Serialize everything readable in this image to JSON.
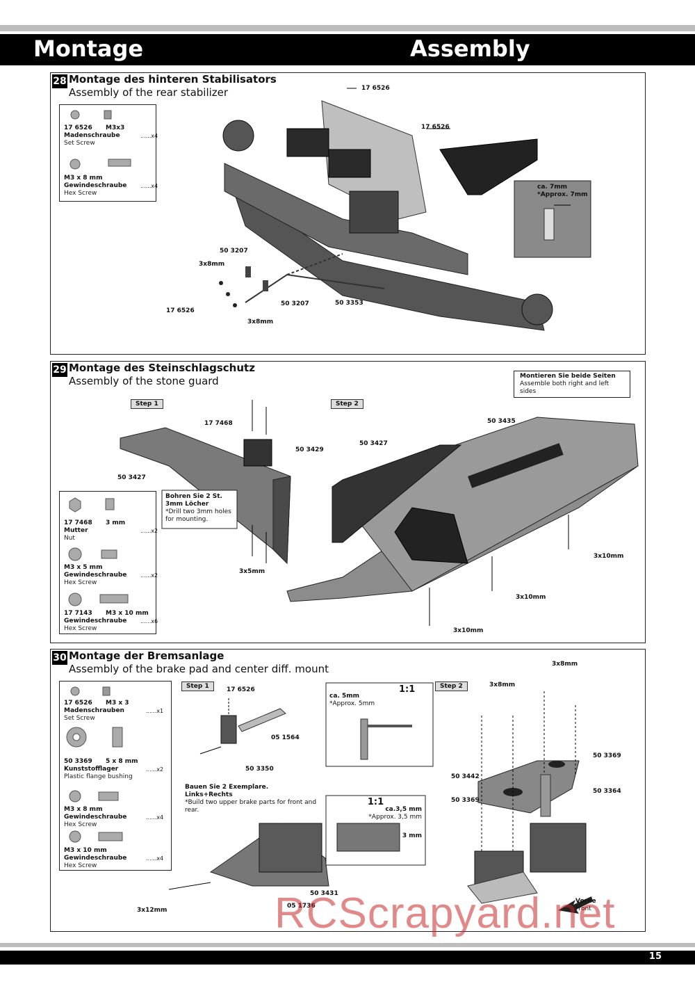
{
  "header": {
    "left": "Montage",
    "right": "Assembly"
  },
  "section28": {
    "num": "28",
    "title_de": "Montage des hinteren Stabilisators",
    "title_en": "Assembly of the rear stabilizer",
    "parts": [
      {
        "code": "17 6526",
        "size": "M3x3",
        "de": "Madenschraube",
        "en": "Set Screw",
        "qty": "......x4"
      },
      {
        "code": "",
        "size": "M3 x 8 mm",
        "de": "Gewindeschraube",
        "en": "Hex Screw",
        "qty": "......x4"
      }
    ],
    "callouts": {
      "c1": "17 6526",
      "c2": "17 6526",
      "c3": "50 3207",
      "c4": "3x8mm",
      "c5": "17 6526",
      "c6": "3x8mm",
      "c7": "50 3207",
      "c8": "50 3353"
    },
    "detail": {
      "de": "ca. 7mm",
      "en": "*Approx. 7mm"
    }
  },
  "section29": {
    "num": "29",
    "title_de": "Montage des Steinschlagschutz",
    "title_en": "Assembly of the stone guard",
    "note_de": "Montieren Sie beide Seiten",
    "note_en": "Assemble both right and left sides",
    "step1": "Step 1",
    "step2": "Step 2",
    "drill_de": "Bohren Sie 2 St. 3mm Löcher",
    "drill_en": "*Drill two 3mm holes for mounting.",
    "parts": [
      {
        "code": "17 7468",
        "size": "3 mm",
        "de": "Mutter",
        "en": "Nut",
        "qty": "......x2"
      },
      {
        "code": "",
        "size": "M3 x 5 mm",
        "de": "Gewindeschraube",
        "en": "Hex Screw",
        "qty": "......x2"
      },
      {
        "code": "17 7143",
        "size": "M3 x 10 mm",
        "de": "Gewindeschraube",
        "en": "Hex Screw",
        "qty": "......x6"
      }
    ],
    "callouts": {
      "c1": "17 7468",
      "c2": "50 3429",
      "c3": "50 3427",
      "c4": "3x5mm",
      "c5": "50 3427",
      "c6": "50 3435",
      "c7": "3x10mm",
      "c8": "3x10mm",
      "c9": "3x10mm"
    }
  },
  "section30": {
    "num": "30",
    "title_de": "Montage der Bremsanlage",
    "title_en": "Assembly of the brake pad and center diff. mount",
    "step1": "Step 1",
    "step2": "Step 2",
    "parts": [
      {
        "code": "17 6526",
        "size": "M3 x 3",
        "de": "Madenschrauben",
        "en": "Set Screw",
        "qty": "......x1"
      },
      {
        "code": "50 3369",
        "size": "5 x 8 mm",
        "de": "Kunststofflager",
        "en": "Plastic flange bushing",
        "qty": "......x2"
      },
      {
        "code": "",
        "size": "M3 x 8 mm",
        "de": "Gewindeschraube",
        "en": "Hex Screw",
        "qty": "......x4"
      },
      {
        "code": "",
        "size": "M3 x 10 mm",
        "de": "Gewindeschraube",
        "en": "Hex Screw",
        "qty": "......x4"
      }
    ],
    "build_de": "Bauen Sie 2 Exemplare. Links+Rechts",
    "build_en": "*Build two upper brake parts for front and rear.",
    "detail1": {
      "scale": "1:1",
      "de": "ca. 5mm",
      "en": "*Approx. 5mm"
    },
    "detail2": {
      "scale": "1:1",
      "de": "ca.3,5 mm",
      "en": "*Approx. 3,5 mm",
      "dim": "3 mm"
    },
    "callouts": {
      "c1": "17 6526",
      "c2": "05 1564",
      "c3": "50 3350",
      "c4": "50 3431",
      "c5": "05 1736",
      "c6": "3x12mm",
      "c7": "3x8mm",
      "c8": "3x8mm",
      "c9": "50 3369",
      "c10": "50 3442",
      "c11": "50 3369",
      "c12": "50 3364"
    },
    "front_de": "Vorne",
    "front_en": "Front"
  },
  "footer": {
    "page": "15"
  },
  "watermark": "RCScrapyard.net"
}
